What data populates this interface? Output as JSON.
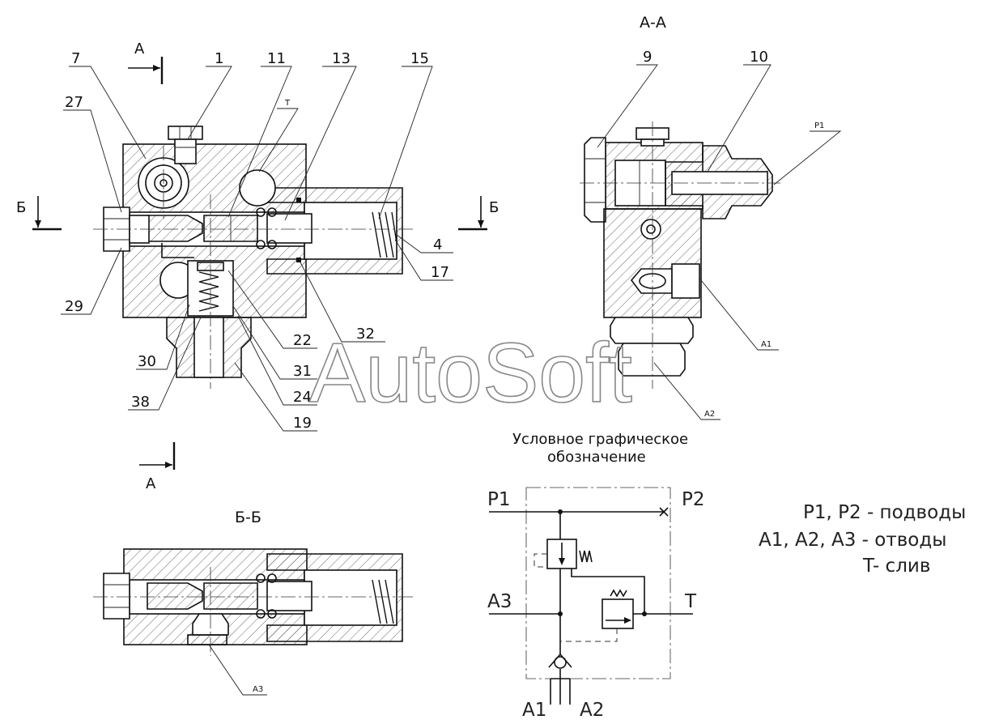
{
  "main_view": {
    "callouts": [
      "7",
      "27",
      "1",
      "11",
      "13",
      "15",
      "T",
      "4",
      "17",
      "29",
      "32",
      "22",
      "30",
      "31",
      "24",
      "38",
      "19"
    ],
    "section_arrow_a": "А",
    "section_arrow_b": "Б"
  },
  "section_aa": {
    "title": "А-А",
    "callouts": [
      "9",
      "10",
      "P1",
      "A1",
      "A2"
    ]
  },
  "section_bb": {
    "title": "Б-Б",
    "callouts": [
      "A3"
    ]
  },
  "symbol": {
    "caption_line1": "Условное графическое",
    "caption_line2": "обозначение",
    "ports": {
      "p1": "P1",
      "p2": "P2",
      "a1": "A1",
      "a2": "A2",
      "a3": "A3",
      "t": "T"
    }
  },
  "legend": {
    "line1": "P1, P2 - подводы",
    "line2": "A1, A2, A3 - отводы",
    "line3": "T- слив"
  },
  "watermark": "AutoSoft"
}
